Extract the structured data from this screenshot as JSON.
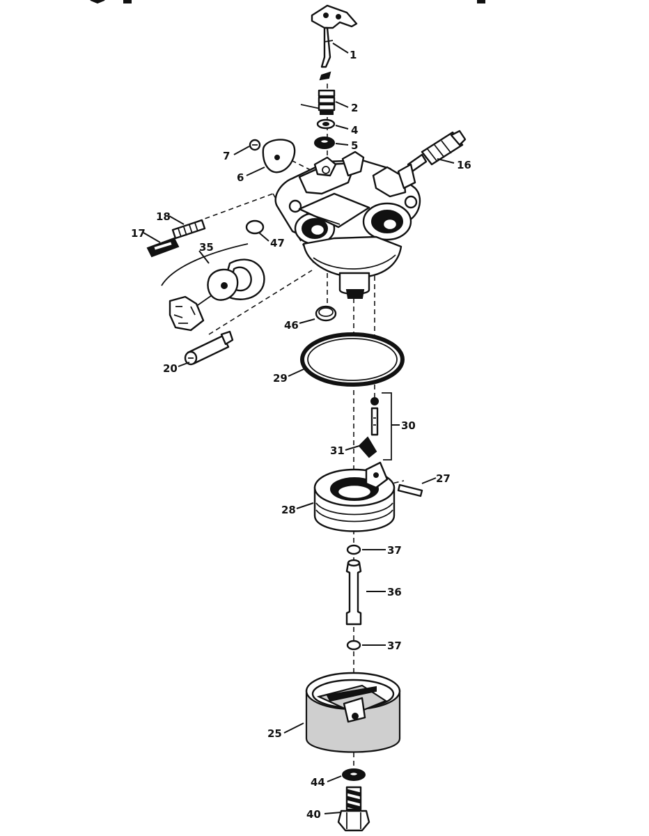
{
  "diagram": {
    "type": "exploded-parts",
    "callouts": [
      {
        "id": "c1",
        "label": "1"
      },
      {
        "id": "c2",
        "label": "2"
      },
      {
        "id": "c4",
        "label": "4"
      },
      {
        "id": "c5",
        "label": "5"
      },
      {
        "id": "c7",
        "label": "7"
      },
      {
        "id": "c6",
        "label": "6"
      },
      {
        "id": "c16",
        "label": "16"
      },
      {
        "id": "c18",
        "label": "18"
      },
      {
        "id": "c17",
        "label": "17"
      },
      {
        "id": "c35",
        "label": "35"
      },
      {
        "id": "c47",
        "label": "47"
      },
      {
        "id": "c46",
        "label": "46"
      },
      {
        "id": "c20",
        "label": "20"
      },
      {
        "id": "c29",
        "label": "29"
      },
      {
        "id": "c30",
        "label": "30"
      },
      {
        "id": "c31",
        "label": "31"
      },
      {
        "id": "c27",
        "label": "27"
      },
      {
        "id": "c28",
        "label": "28"
      },
      {
        "id": "c37a",
        "label": "37"
      },
      {
        "id": "c36",
        "label": "36"
      },
      {
        "id": "c37b",
        "label": "37"
      },
      {
        "id": "c25",
        "label": "25"
      },
      {
        "id": "c44",
        "label": "44"
      },
      {
        "id": "c40",
        "label": "40"
      }
    ]
  }
}
